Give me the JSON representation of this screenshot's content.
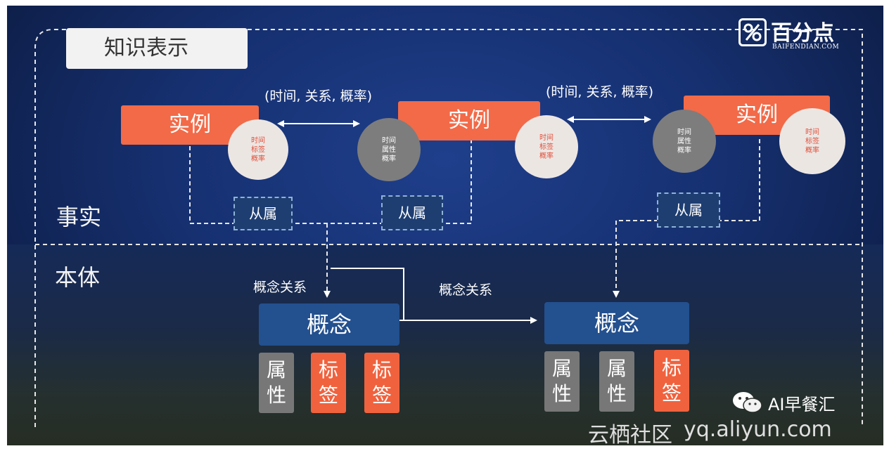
{
  "slide": {
    "title": "知识表示",
    "fact_label": "事实",
    "ontology_label": "本体"
  },
  "brand": {
    "name": "百分点",
    "domain": "BAIFENDIAN.COM"
  },
  "instances": {
    "left": "实例",
    "middle": "实例",
    "right": "实例"
  },
  "circles": {
    "c1": [
      "时间",
      "标签",
      "概率"
    ],
    "c2": [
      "时间",
      "属性",
      "概率"
    ],
    "c3": [
      "时间",
      "标签",
      "概率"
    ],
    "c4": [
      "时间",
      "属性",
      "概率"
    ],
    "c5": [
      "时间",
      "标签",
      "概率"
    ]
  },
  "relations": {
    "instance_link_1": "(时间, 关系, 概率)",
    "instance_link_2": "(时间, 关系, 概率)",
    "concept_rel_left": "概念关系",
    "concept_rel_middle": "概念关系"
  },
  "belongs": {
    "b1": "从属",
    "b2": "从属",
    "b3": "从属"
  },
  "concepts": {
    "left": "概念",
    "right": "概念"
  },
  "concept_boxes": {
    "left": [
      {
        "text": "属性",
        "kind": "gray"
      },
      {
        "text": "标签",
        "kind": "red"
      },
      {
        "text": "标签",
        "kind": "red"
      }
    ],
    "right": [
      {
        "text": "属性",
        "kind": "gray"
      },
      {
        "text": "属性",
        "kind": "gray"
      },
      {
        "text": "标签",
        "kind": "red"
      }
    ]
  },
  "watermarks": {
    "wechat": "AI早餐汇",
    "site_cn": "云栖社区",
    "site_url": "yq.aliyun.com"
  },
  "colors": {
    "instance": "#f26a48",
    "concept": "#23508f",
    "attribute": "#777777",
    "label": "#f0623e"
  }
}
